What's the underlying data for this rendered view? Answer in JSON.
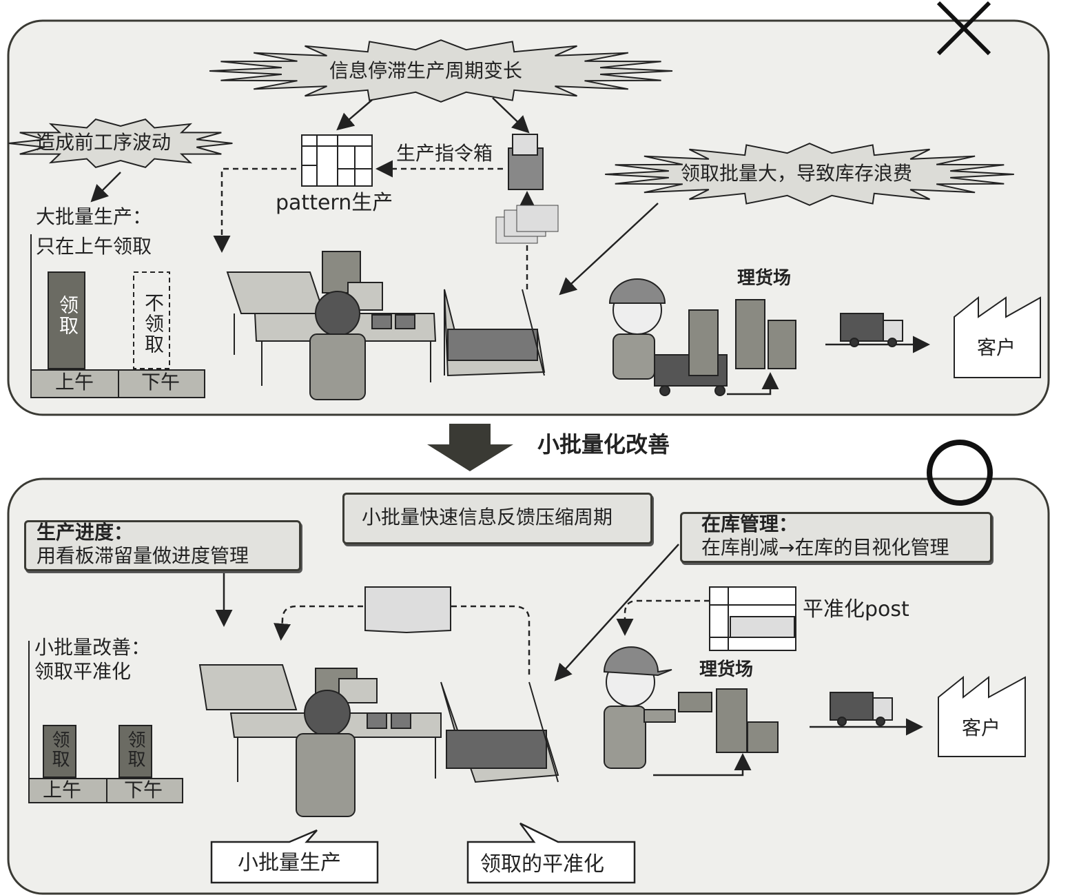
{
  "top_panel": {
    "status_mark": "X",
    "burst_cycle": "信息停滞生产周期变长",
    "burst_fluctuation": "造成前工序波动",
    "burst_batch": "领取批量大，导致库存浪费",
    "instruction_box": "生产指令箱",
    "pattern": "pattern生产",
    "chart_title_1": "大批量生产：",
    "chart_title_2": "只在上午领取",
    "bar_am": "领取",
    "bar_pm": "不领取",
    "am": "上午",
    "pm": "下午",
    "yard": "理货场",
    "customer": "客户"
  },
  "transition": {
    "label": "小批量化改善"
  },
  "bottom_panel": {
    "status_mark": "O",
    "center_box": "小批量快速信息反馈压缩周期",
    "progress_title": "生产进度：",
    "progress_text": "用看板滞留量做进度管理",
    "stock_title": "在库管理：",
    "stock_text": "在库削减→在库的目视化管理",
    "post": "平准化post",
    "yard": "理货场",
    "chart_title_1": "小批量改善：",
    "chart_title_2": "领取平准化",
    "bar_am": "领取",
    "bar_pm": "领取",
    "am": "上午",
    "pm": "下午",
    "customer": "客户",
    "callout_small_batch": "小批量生产",
    "callout_leveling": "领取的平准化"
  },
  "colors": {
    "panel": "#efefec",
    "dark": "#3a3a34",
    "bar": "#6b6b63",
    "base": "#b9b9b2"
  }
}
